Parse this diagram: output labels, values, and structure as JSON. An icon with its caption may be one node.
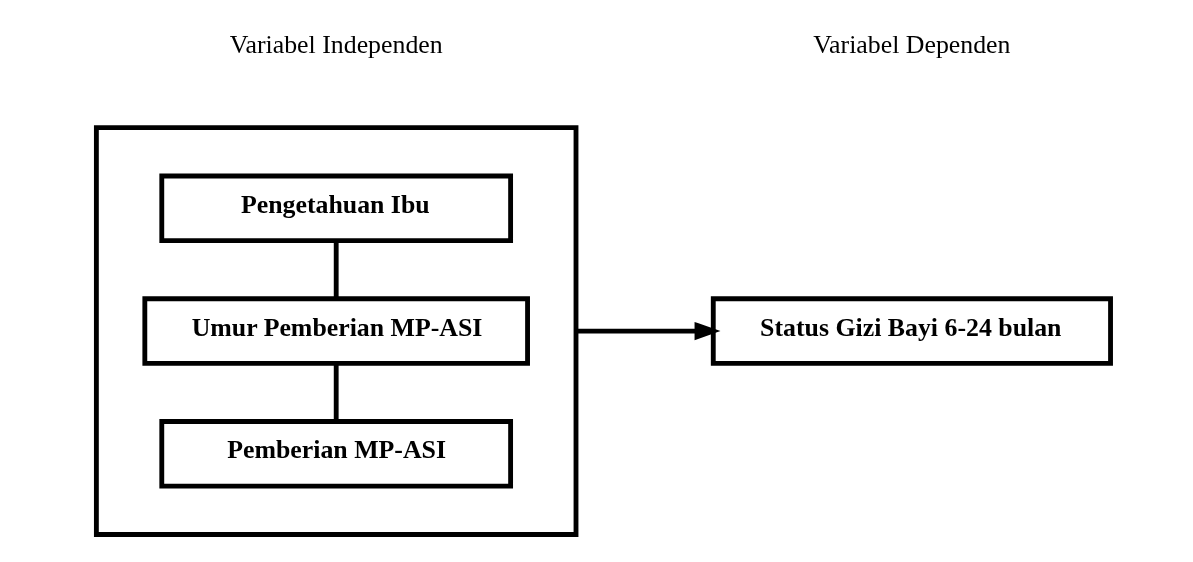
{
  "diagram": {
    "nodes": [
      {
        "text": [],
        "shape": "box"
      },
      {
        "text": [
          "Pengetahuan Ibu"
        ],
        "in": 0
      },
      {
        "text": [
          "Umur Pemberian MP-ASI"
        ],
        "in": 0
      },
      {
        "text": [
          "Pemberian MP-ASI"
        ],
        "in": 0
      },
      {
        "text": [
          "Status Gizi Bayi 6-24 bulan"
        ]
      }
    ],
    "edges": [
      {
        "from": 1,
        "to": 2,
        "arrow": "none"
      },
      {
        "from": 2,
        "to": 3,
        "arrow": "none"
      },
      {
        "from": 0,
        "to": 4,
        "arrow": "to"
      }
    ],
    "labels": [
      "Variabel Independen",
      "Variabel Dependen"
    ]
  }
}
